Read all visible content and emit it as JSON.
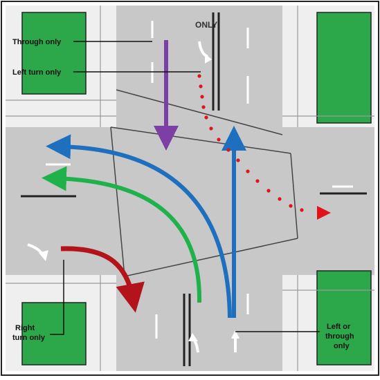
{
  "labels": {
    "through_only": "Through only",
    "left_turn_only": "Left turn only",
    "right_turn_only_line1": "Right",
    "right_turn_only_line2": "turn only",
    "left_or_through_line1": "Left or",
    "left_or_through_line2": "through",
    "left_or_through_line3": "only",
    "pavement_marking": "ONLY"
  },
  "colors": {
    "purple": "#7b3fa6",
    "blue": "#1f6fbf",
    "green": "#1fb14a",
    "red": "#b3141b",
    "dotted_red": "#e0121a",
    "grass": "#2ca84b",
    "road": "#c9c9c9",
    "curb": "#ededed"
  }
}
